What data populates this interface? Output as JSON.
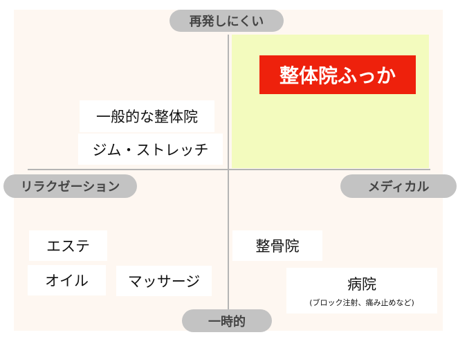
{
  "axes": {
    "top": "再発しにくい",
    "bottom": "一時的",
    "left": "リラクゼーション",
    "right": "メディカル"
  },
  "highlight": "整体院ふっか",
  "items": {
    "general_seitai": "一般的な整体院",
    "gym": "ジム・ストレッチ",
    "este": "エステ",
    "oil": "オイル",
    "massage": "マッサージ",
    "sekkotsu": "整骨院",
    "hospital": "病院",
    "hospital_note": "(ブロック注射、痛み止めなど)"
  },
  "colors": {
    "highlight_bg": "#ee210c",
    "quadrant_bg": "#f3fbbe",
    "panel_bg": "#fef7f1",
    "pill_bg": "#c3c3c3"
  }
}
